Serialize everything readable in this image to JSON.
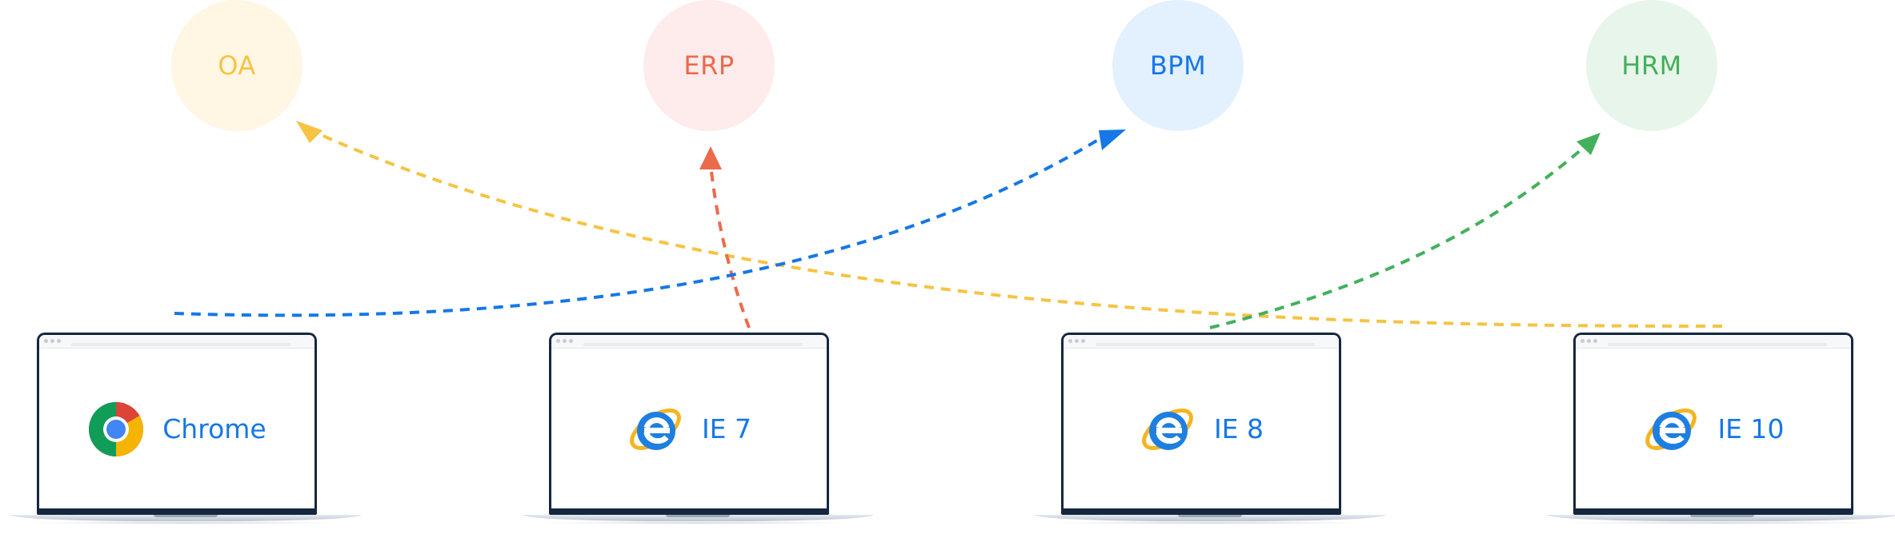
{
  "colors": {
    "oa": "#f6c343",
    "erp": "#ec6a4c",
    "bpm": "#1677e6",
    "hrm": "#43b05c",
    "oa_bg": "#fff6e3",
    "erp_bg": "#fdeceb",
    "bpm_bg": "#e3f0fd",
    "hrm_bg": "#e8f5ea"
  },
  "systems": [
    {
      "label": "OA"
    },
    {
      "label": "ERP"
    },
    {
      "label": "BPM"
    },
    {
      "label": "HRM"
    }
  ],
  "browsers": [
    {
      "label": "Chrome",
      "icon": "chrome-icon"
    },
    {
      "label": "IE 7",
      "icon": "ie-icon"
    },
    {
      "label": "IE 8",
      "icon": "ie-icon"
    },
    {
      "label": "IE 10",
      "icon": "ie-icon"
    }
  ],
  "connections": [
    {
      "from": "Chrome",
      "to": "BPM",
      "color": "#1677e6"
    },
    {
      "from": "IE 7",
      "to": "ERP",
      "color": "#ec6a4c"
    },
    {
      "from": "IE 8",
      "to": "HRM",
      "color": "#43b05c"
    },
    {
      "from": "IE 10",
      "to": "OA",
      "color": "#f6c343"
    }
  ]
}
